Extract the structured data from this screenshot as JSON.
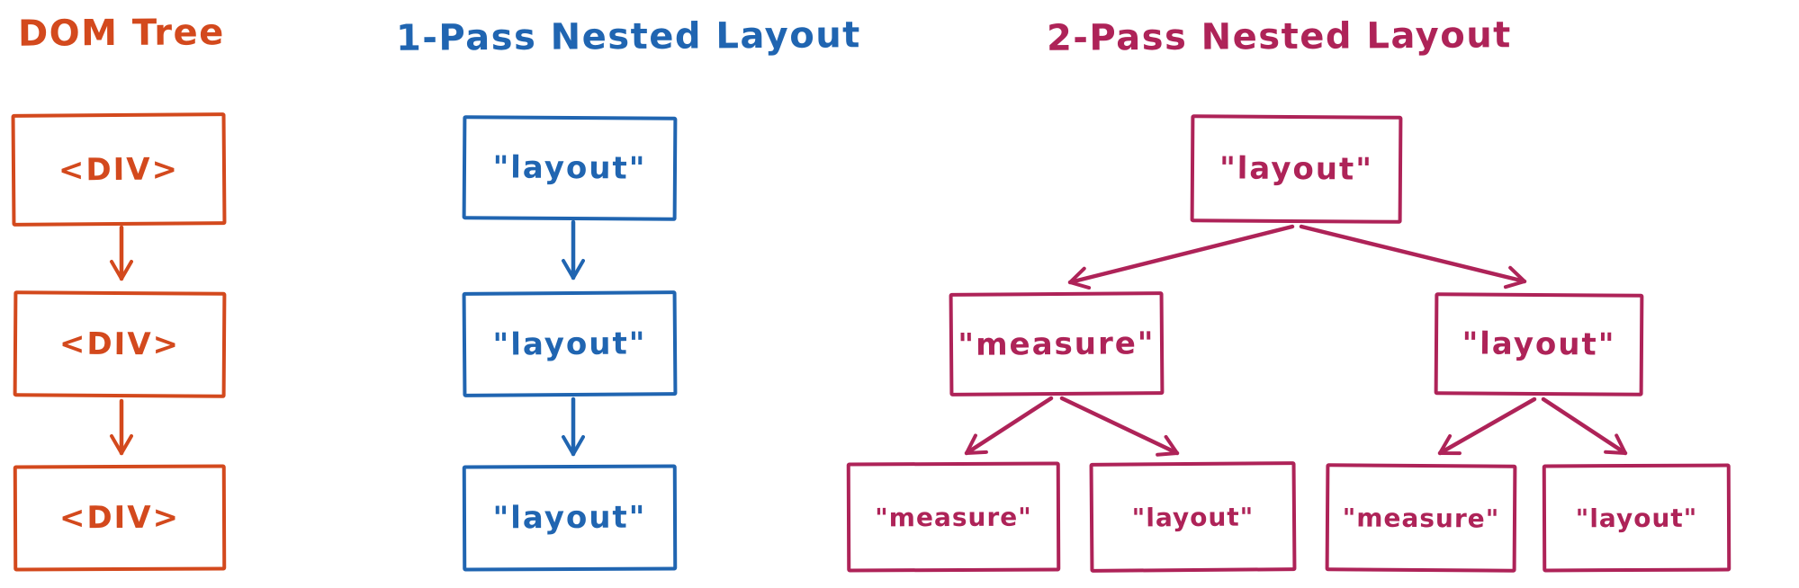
{
  "background_color": "#ffffff",
  "panels": {
    "dom_tree": {
      "title": "DOM Tree",
      "color": "#D3491D",
      "nodes": [
        "<DIV>",
        "<DIV>",
        "<DIV>"
      ]
    },
    "one_pass": {
      "title": "1-Pass Nested Layout",
      "color": "#2065B1",
      "nodes": [
        "\"layout\"",
        "\"layout\"",
        "\"layout\""
      ]
    },
    "two_pass": {
      "title": "2-Pass Nested Layout",
      "color": "#AE2358",
      "root": "\"layout\"",
      "children": [
        "\"measure\"",
        "\"layout\""
      ],
      "leaves": [
        "\"measure\"",
        "\"layout\"",
        "\"measure\"",
        "\"layout\""
      ]
    }
  }
}
